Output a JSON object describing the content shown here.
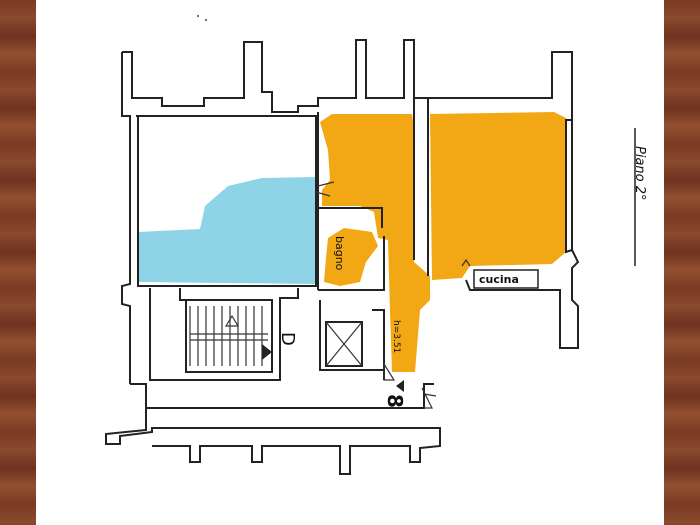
{
  "plan": {
    "floor_label": "Piano 2°",
    "rooms": {
      "bathroom": "bagno",
      "kitchen": "cucina"
    },
    "height_note": "h=3.51",
    "stair_letter": "D",
    "unit_number": "8"
  },
  "colors": {
    "apartment_fill": "#f2a814",
    "terrace_fill": "#8ed3e6",
    "wall": "#222222",
    "wood": "#7a3a24"
  }
}
